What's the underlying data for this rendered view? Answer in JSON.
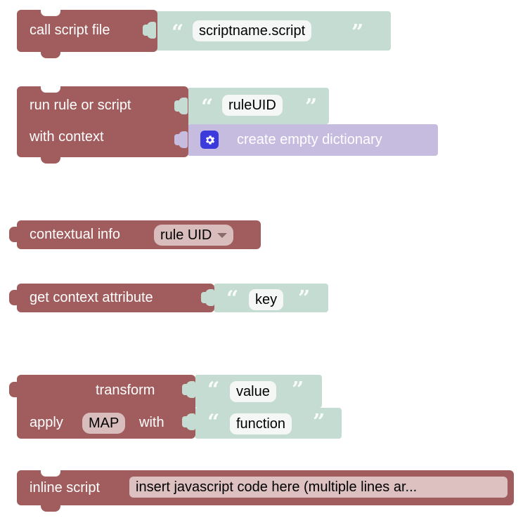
{
  "workspace": {
    "background": "#ffffff",
    "colors": {
      "statement_block": "#a15d5d",
      "string_block": "#c4dcd2",
      "dictionary_block": "#c5bcdf",
      "field_light": "#f4f7f5",
      "field_dark": "#d9bcbc",
      "gear_button": "#3b3bdd"
    }
  },
  "blocks": [
    {
      "id": "call-script-file",
      "kind": "statement",
      "label": "call script file",
      "value": {
        "kind": "string",
        "open_quote": "“",
        "close_quote": "”",
        "text": "scriptname.script"
      }
    },
    {
      "id": "run-rule-or-script",
      "kind": "statement",
      "label_row1": "run rule or script",
      "label_row2": "with context",
      "value_row1": {
        "kind": "string",
        "open_quote": "“",
        "close_quote": "”",
        "text": "ruleUID"
      },
      "value_row2": {
        "kind": "dictionary",
        "icon": "gear-icon",
        "text": "create empty dictionary"
      }
    },
    {
      "id": "contextual-info",
      "kind": "value",
      "label": "contextual info",
      "dropdown": {
        "selected": "rule UID",
        "caret": "chevron-down-icon"
      }
    },
    {
      "id": "get-context-attribute",
      "kind": "value",
      "label": "get context attribute",
      "value": {
        "kind": "string",
        "open_quote": "“",
        "close_quote": "”",
        "text": "key"
      }
    },
    {
      "id": "transform",
      "kind": "value",
      "label_row1": "transform",
      "label_row2_pre": "apply",
      "label_row2_field": "MAP",
      "label_row2_post": "with",
      "value_row1": {
        "kind": "string",
        "open_quote": "“",
        "close_quote": "”",
        "text": "value"
      },
      "value_row2": {
        "kind": "string",
        "open_quote": "“",
        "close_quote": "”",
        "text": "function"
      }
    },
    {
      "id": "inline-script",
      "kind": "statement",
      "label": "inline script",
      "code_field": "insert javascript code here (multiple lines ar..."
    }
  ]
}
